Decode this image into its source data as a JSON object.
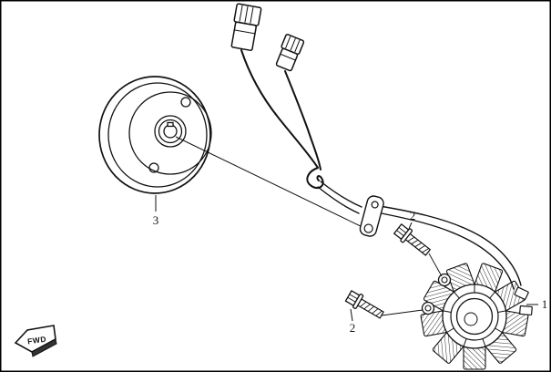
{
  "diagram": {
    "background": "#ffffff",
    "line_color": "#111111",
    "callouts": {
      "stator": "1",
      "bolt_upper": "2",
      "bolt_lower": "2",
      "rotor": "3"
    },
    "fwd_label": "FWD"
  }
}
